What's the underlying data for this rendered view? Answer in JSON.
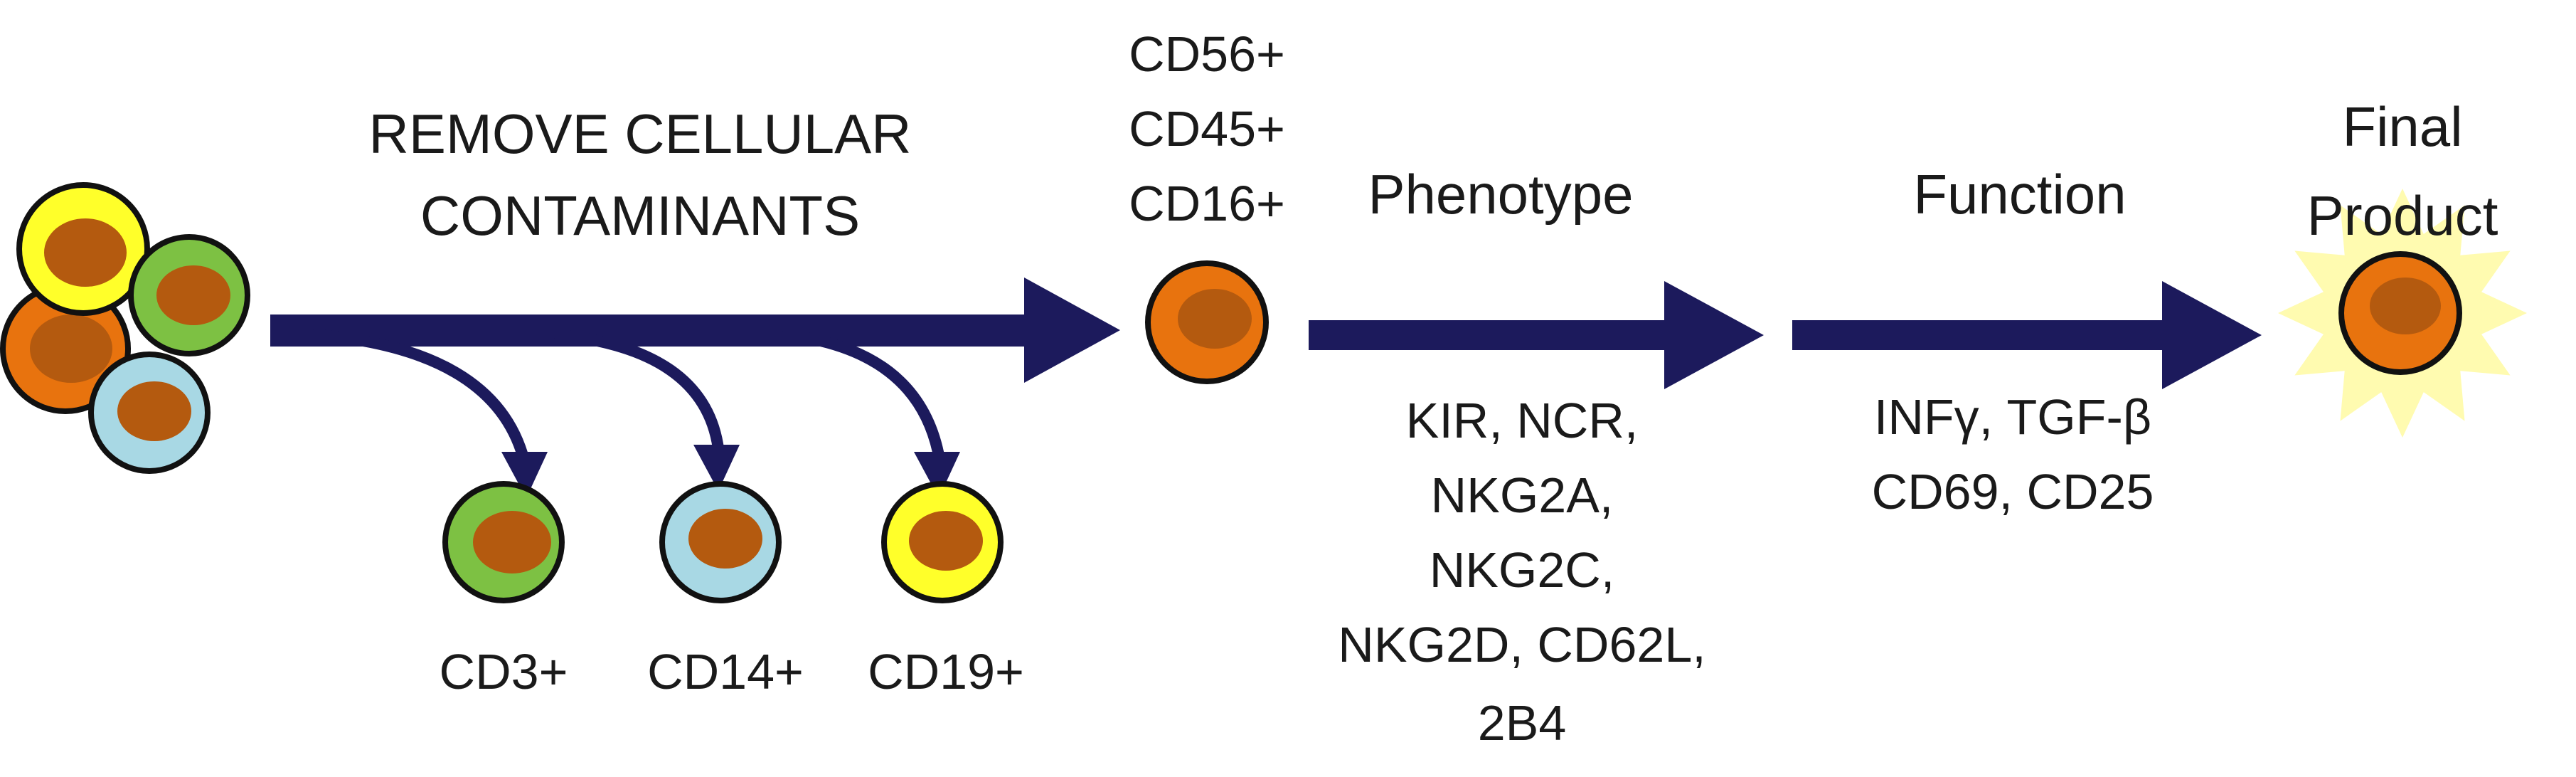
{
  "colors": {
    "arrow": "#1c1a5c",
    "cell_orange": "#e8730e",
    "cell_green": "#7dc143",
    "cell_blue": "#a8d8e4",
    "cell_yellow": "#ffff2a",
    "nucleus": "#b45a0f",
    "outline": "#111111",
    "glow": "#fffbb0"
  },
  "step1": {
    "title_line1": "REMOVE CELLULAR",
    "title_line2": "CONTAMINANTS"
  },
  "removed_cells": [
    {
      "label": "CD3+",
      "color": "green"
    },
    {
      "label": "CD14+",
      "color": "blue"
    },
    {
      "label": "CD19+",
      "color": "yellow"
    }
  ],
  "nk_cell_markers": [
    "CD56+",
    "CD45+",
    "CD16+"
  ],
  "phenotype": {
    "title": "Phenotype",
    "markers": [
      "KIR, NCR,",
      "NKG2A,",
      "NKG2C,",
      "NKG2D, CD62L,",
      "2B4"
    ]
  },
  "function": {
    "title": "Function",
    "markers": [
      "INFγ, TGF-β",
      "CD69, CD25"
    ]
  },
  "final": {
    "title_line1": "Final",
    "title_line2": "Product"
  }
}
